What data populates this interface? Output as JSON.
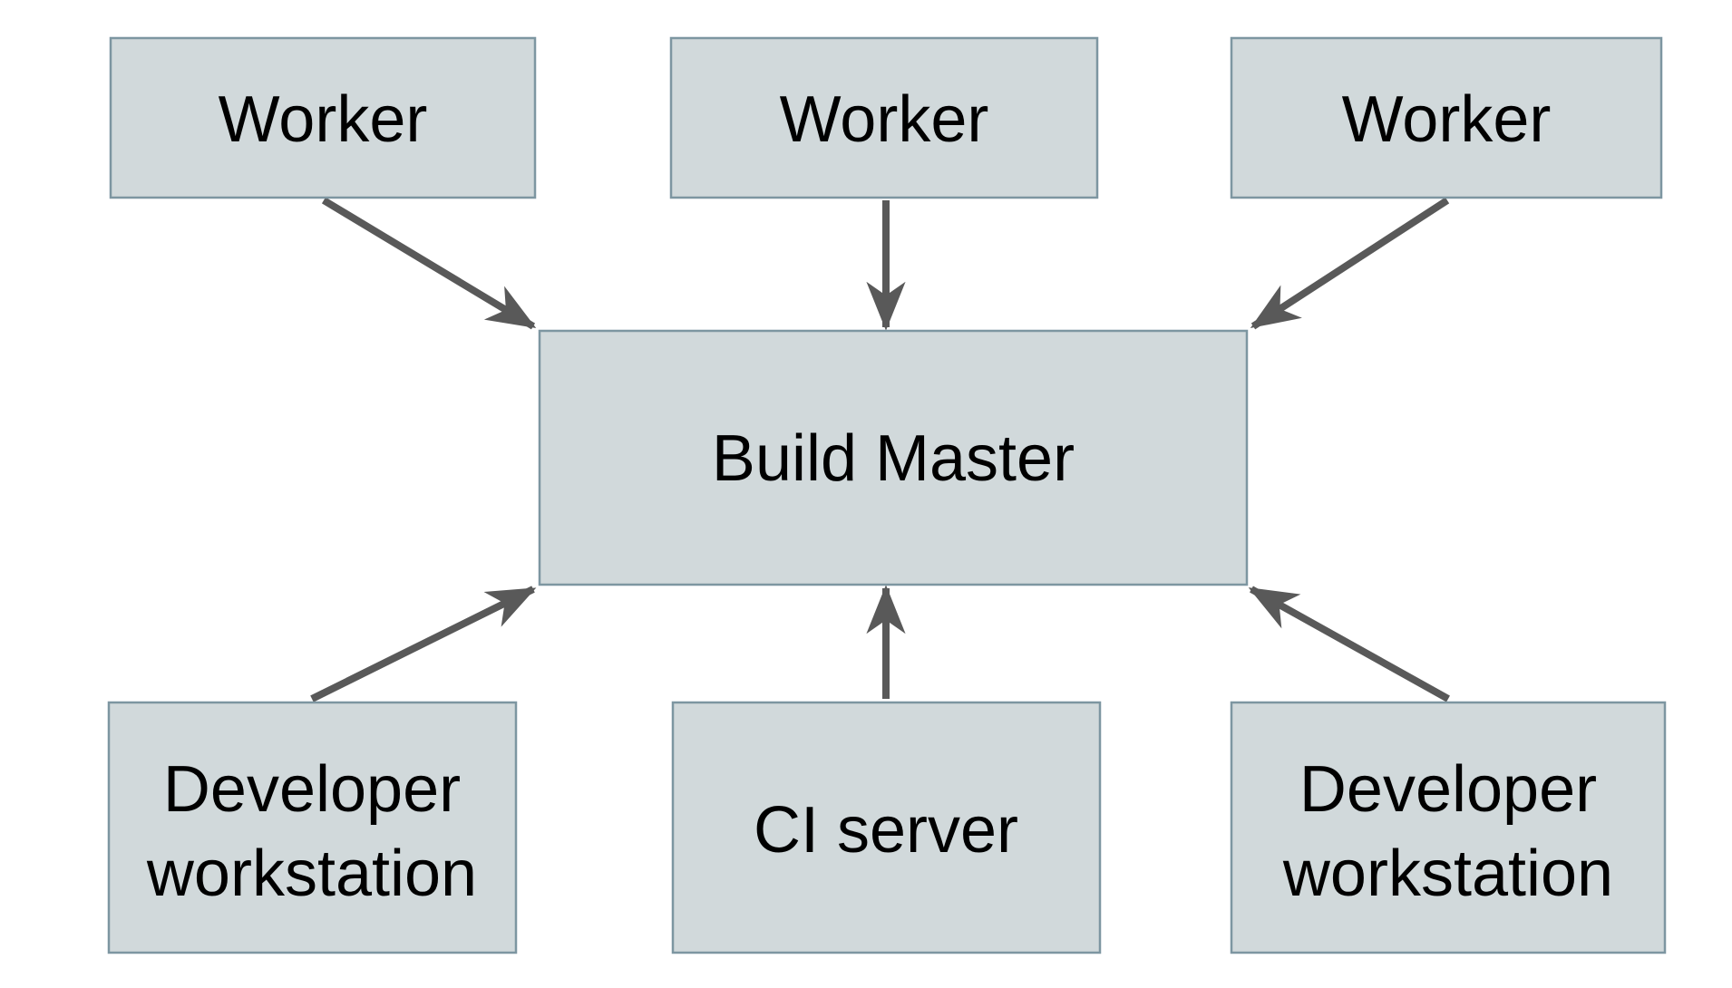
{
  "diagram": {
    "type": "architecture-diagram",
    "nodes": {
      "worker_1": {
        "label": "Worker"
      },
      "worker_2": {
        "label": "Worker"
      },
      "worker_3": {
        "label": "Worker"
      },
      "build_master": {
        "label": "Build Master"
      },
      "dev_workstation_left": {
        "lines": [
          "Developer",
          "workstation"
        ]
      },
      "ci_server": {
        "label": "CI server"
      },
      "dev_workstation_right": {
        "lines": [
          "Developer",
          "workstation"
        ]
      }
    },
    "edges": [
      {
        "from": "worker_1",
        "to": "build_master"
      },
      {
        "from": "worker_2",
        "to": "build_master"
      },
      {
        "from": "worker_3",
        "to": "build_master"
      },
      {
        "from": "dev_workstation_left",
        "to": "build_master"
      },
      {
        "from": "ci_server",
        "to": "build_master"
      },
      {
        "from": "dev_workstation_right",
        "to": "build_master"
      }
    ],
    "colors": {
      "background": "#ffffff",
      "node_fill": "#d1d9db",
      "node_border": "#7d96a1",
      "arrow": "#595959",
      "label": "#000000"
    }
  }
}
